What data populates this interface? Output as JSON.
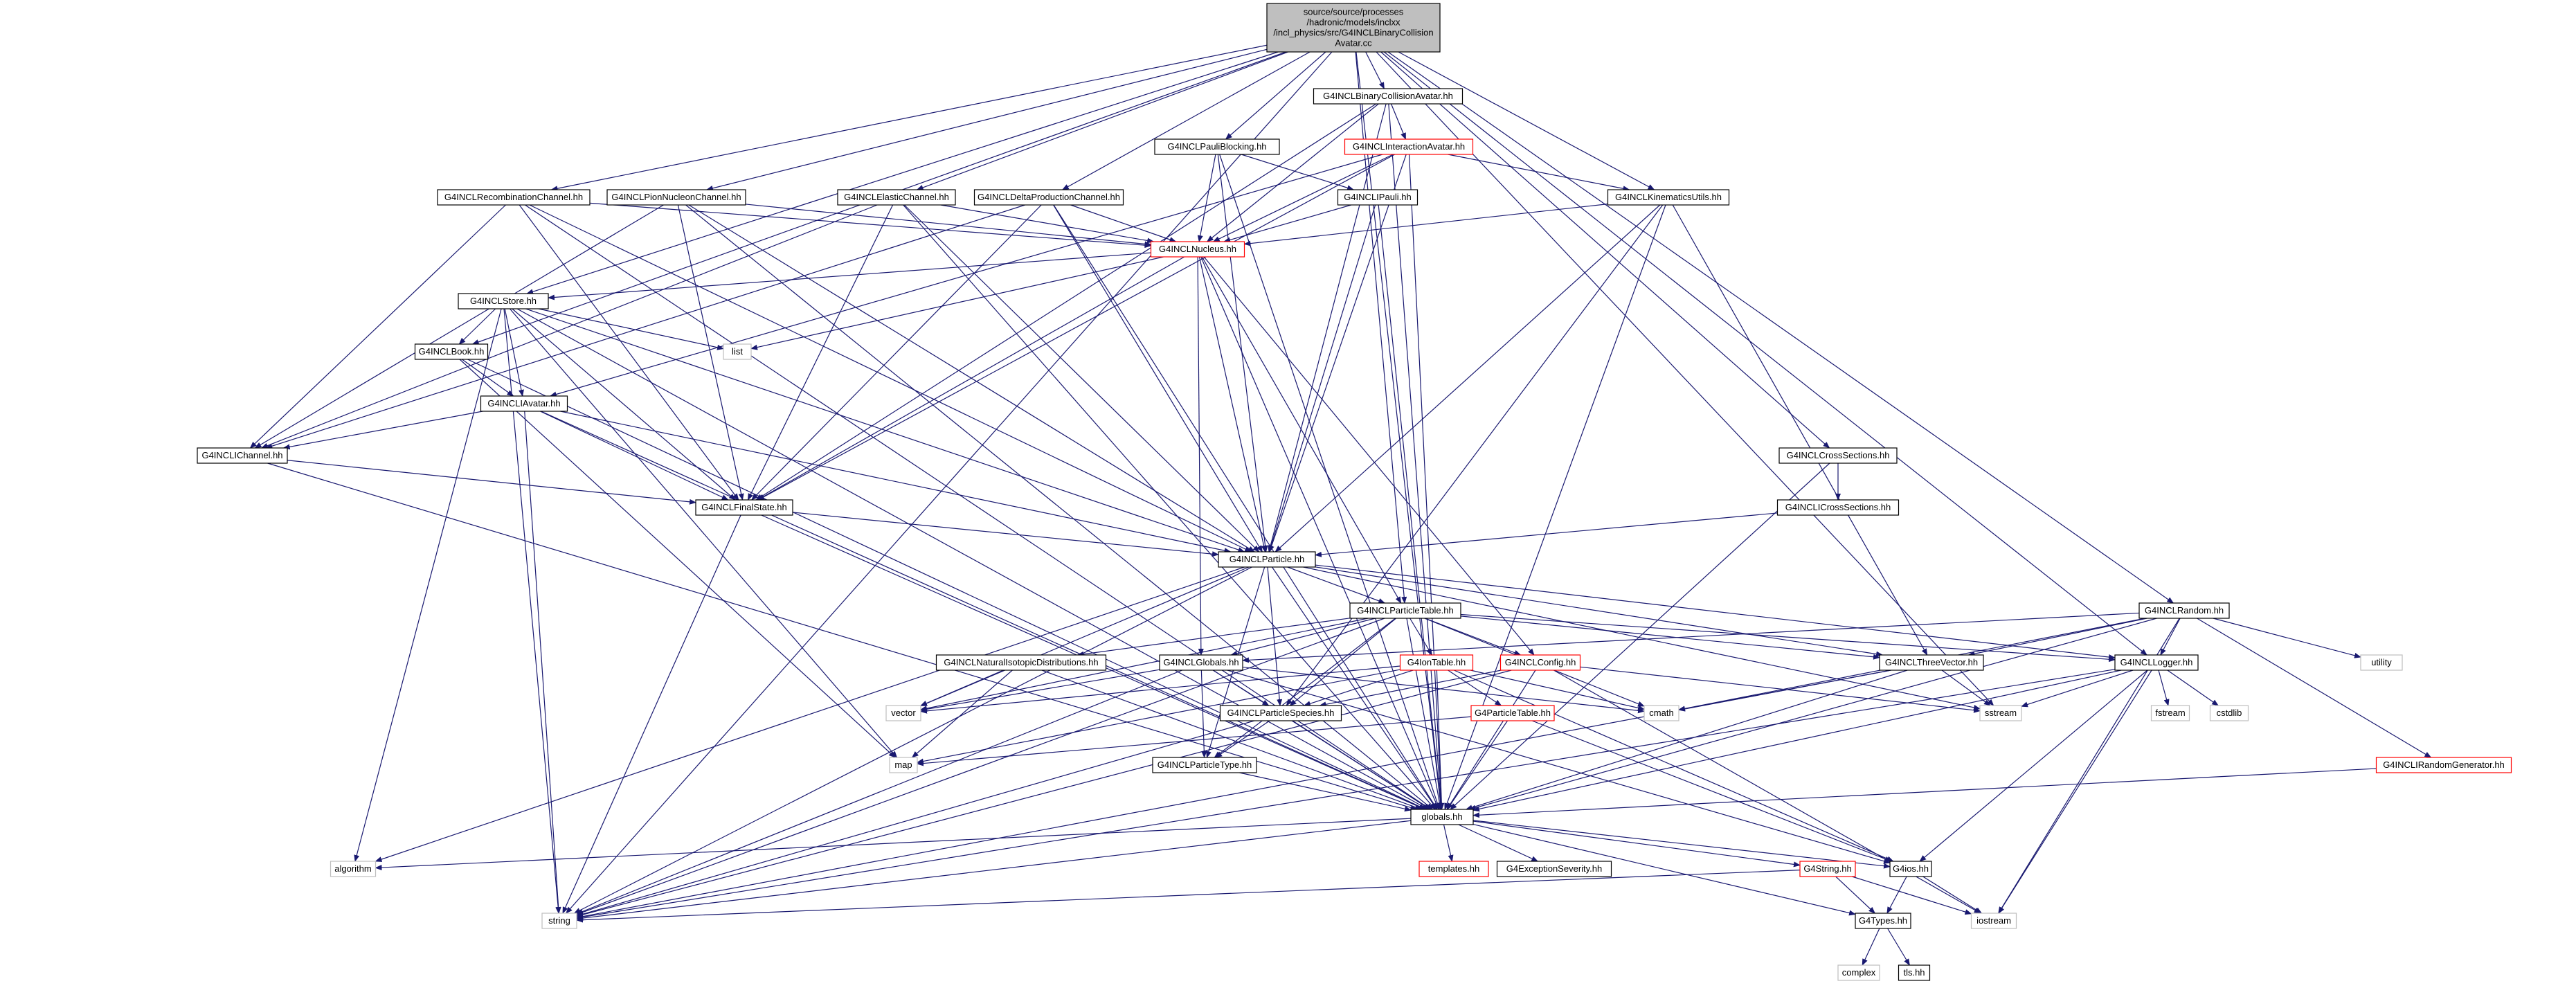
{
  "colors": {
    "edge": "#191970",
    "node_border_normal": "#000000",
    "node_border_incomplete": "#ff0000",
    "node_border_system": "#bfbfbf",
    "node_fill": "#ffffff",
    "root_fill": "#bfbfbf"
  },
  "nodes": [
    {
      "id": "root",
      "kind": "root",
      "lines": [
        "source/source/processes",
        "/hadronic/models/inclxx",
        "/incl_physics/src/G4INCLBinaryCollision",
        "Avatar.cc"
      ]
    },
    {
      "id": "bca",
      "kind": "normal",
      "lines": [
        "G4INCLBinaryCollisionAvatar.hh"
      ]
    },
    {
      "id": "ia",
      "kind": "incomplete",
      "lines": [
        "G4INCLInteractionAvatar.hh"
      ]
    },
    {
      "id": "pb",
      "kind": "normal",
      "lines": [
        "G4INCLPauliBlocking.hh"
      ]
    },
    {
      "id": "ip",
      "kind": "normal",
      "lines": [
        "G4INCLIPauli.hh"
      ]
    },
    {
      "id": "ku",
      "kind": "normal",
      "lines": [
        "G4INCLKinematicsUtils.hh"
      ]
    },
    {
      "id": "rc",
      "kind": "normal",
      "lines": [
        "G4INCLRecombinationChannel.hh"
      ]
    },
    {
      "id": "pnc",
      "kind": "normal",
      "lines": [
        "G4INCLPionNucleonChannel.hh"
      ]
    },
    {
      "id": "ec",
      "kind": "normal",
      "lines": [
        "G4INCLElasticChannel.hh"
      ]
    },
    {
      "id": "dpc",
      "kind": "normal",
      "lines": [
        "G4INCLDeltaProductionChannel.hh"
      ]
    },
    {
      "id": "nuc",
      "kind": "incomplete",
      "lines": [
        "G4INCLNucleus.hh"
      ]
    },
    {
      "id": "store",
      "kind": "normal",
      "lines": [
        "G4INCLStore.hh"
      ]
    },
    {
      "id": "list",
      "kind": "system",
      "lines": [
        "list"
      ]
    },
    {
      "id": "book",
      "kind": "normal",
      "lines": [
        "G4INCLBook.hh"
      ]
    },
    {
      "id": "iav",
      "kind": "normal",
      "lines": [
        "G4INCLIAvatar.hh"
      ]
    },
    {
      "id": "ich",
      "kind": "normal",
      "lines": [
        "G4INCLIChannel.hh"
      ]
    },
    {
      "id": "fs",
      "kind": "normal",
      "lines": [
        "G4INCLFinalState.hh"
      ]
    },
    {
      "id": "ccs",
      "kind": "normal",
      "lines": [
        "G4INCLCrossSections.hh"
      ]
    },
    {
      "id": "iccs",
      "kind": "normal",
      "lines": [
        "G4INCLICrossSections.hh"
      ]
    },
    {
      "id": "part",
      "kind": "normal",
      "lines": [
        "G4INCLParticle.hh"
      ]
    },
    {
      "id": "pt",
      "kind": "normal",
      "lines": [
        "G4INCLParticleTable.hh"
      ]
    },
    {
      "id": "rnd",
      "kind": "normal",
      "lines": [
        "G4INCLRandom.hh"
      ]
    },
    {
      "id": "nid",
      "kind": "normal",
      "lines": [
        "G4INCLNaturalIsotopicDistributions.hh"
      ]
    },
    {
      "id": "glob",
      "kind": "normal",
      "lines": [
        "G4INCLGlobals.hh"
      ]
    },
    {
      "id": "iont",
      "kind": "incomplete",
      "lines": [
        "G4IonTable.hh"
      ]
    },
    {
      "id": "cfg",
      "kind": "incomplete",
      "lines": [
        "G4INCLConfig.hh"
      ]
    },
    {
      "id": "tv",
      "kind": "normal",
      "lines": [
        "G4INCLThreeVector.hh"
      ]
    },
    {
      "id": "log",
      "kind": "normal",
      "lines": [
        "G4INCLLogger.hh"
      ]
    },
    {
      "id": "utility",
      "kind": "system",
      "lines": [
        "utility"
      ]
    },
    {
      "id": "vector",
      "kind": "system",
      "lines": [
        "vector"
      ]
    },
    {
      "id": "ps",
      "kind": "normal",
      "lines": [
        "G4INCLParticleSpecies.hh"
      ]
    },
    {
      "id": "g4pt",
      "kind": "incomplete",
      "lines": [
        "G4ParticleTable.hh"
      ]
    },
    {
      "id": "cmath",
      "kind": "system",
      "lines": [
        "cmath"
      ]
    },
    {
      "id": "sstream",
      "kind": "system",
      "lines": [
        "sstream"
      ]
    },
    {
      "id": "fstream",
      "kind": "system",
      "lines": [
        "fstream"
      ]
    },
    {
      "id": "cstdlib",
      "kind": "system",
      "lines": [
        "cstdlib"
      ]
    },
    {
      "id": "map",
      "kind": "system",
      "lines": [
        "map"
      ]
    },
    {
      "id": "ptype",
      "kind": "normal",
      "lines": [
        "G4INCLParticleType.hh"
      ]
    },
    {
      "id": "rgen",
      "kind": "incomplete",
      "lines": [
        "G4INCLIRandomGenerator.hh"
      ]
    },
    {
      "id": "globals",
      "kind": "normal",
      "lines": [
        "globals.hh"
      ]
    },
    {
      "id": "algorithm",
      "kind": "system",
      "lines": [
        "algorithm"
      ]
    },
    {
      "id": "templates",
      "kind": "incomplete",
      "lines": [
        "templates.hh"
      ]
    },
    {
      "id": "exsev",
      "kind": "normal",
      "lines": [
        "G4ExceptionSeverity.hh"
      ]
    },
    {
      "id": "g4string",
      "kind": "incomplete",
      "lines": [
        "G4String.hh"
      ]
    },
    {
      "id": "g4ios",
      "kind": "normal",
      "lines": [
        "G4ios.hh"
      ]
    },
    {
      "id": "string",
      "kind": "system",
      "lines": [
        "string"
      ]
    },
    {
      "id": "iostream",
      "kind": "system",
      "lines": [
        "iostream"
      ]
    },
    {
      "id": "g4types",
      "kind": "normal",
      "lines": [
        "G4Types.hh"
      ]
    },
    {
      "id": "complex",
      "kind": "system",
      "lines": [
        "complex"
      ]
    },
    {
      "id": "tls",
      "kind": "normal",
      "lines": [
        "tls.hh"
      ]
    }
  ],
  "edges": [
    [
      "root",
      "bca"
    ],
    [
      "root",
      "pb"
    ],
    [
      "root",
      "ku"
    ],
    [
      "root",
      "rc"
    ],
    [
      "root",
      "pnc"
    ],
    [
      "root",
      "ec"
    ],
    [
      "root",
      "dpc"
    ],
    [
      "root",
      "store"
    ],
    [
      "root",
      "book"
    ],
    [
      "root",
      "ccs"
    ],
    [
      "root",
      "rnd"
    ],
    [
      "root",
      "log"
    ],
    [
      "root",
      "pt"
    ],
    [
      "root",
      "globals"
    ],
    [
      "root",
      "string"
    ],
    [
      "root",
      "sstream"
    ],
    [
      "bca",
      "ia"
    ],
    [
      "bca",
      "nuc"
    ],
    [
      "bca",
      "part"
    ],
    [
      "bca",
      "fs"
    ],
    [
      "bca",
      "globals"
    ],
    [
      "ia",
      "ku"
    ],
    [
      "ia",
      "nuc"
    ],
    [
      "ia",
      "part"
    ],
    [
      "ia",
      "iav"
    ],
    [
      "ia",
      "fs"
    ],
    [
      "ia",
      "globals"
    ],
    [
      "pb",
      "ip"
    ],
    [
      "pb",
      "nuc"
    ],
    [
      "pb",
      "part"
    ],
    [
      "pb",
      "globals"
    ],
    [
      "ip",
      "nuc"
    ],
    [
      "ip",
      "part"
    ],
    [
      "ip",
      "globals"
    ],
    [
      "ku",
      "nuc"
    ],
    [
      "ku",
      "part"
    ],
    [
      "ku",
      "tv"
    ],
    [
      "ku",
      "ps"
    ],
    [
      "ku",
      "globals"
    ],
    [
      "rc",
      "nuc"
    ],
    [
      "rc",
      "ich"
    ],
    [
      "rc",
      "fs"
    ],
    [
      "rc",
      "part"
    ],
    [
      "rc",
      "globals"
    ],
    [
      "pnc",
      "nuc"
    ],
    [
      "pnc",
      "ich"
    ],
    [
      "pnc",
      "fs"
    ],
    [
      "pnc",
      "part"
    ],
    [
      "pnc",
      "globals"
    ],
    [
      "ec",
      "nuc"
    ],
    [
      "ec",
      "ich"
    ],
    [
      "ec",
      "fs"
    ],
    [
      "ec",
      "part"
    ],
    [
      "ec",
      "globals"
    ],
    [
      "dpc",
      "nuc"
    ],
    [
      "dpc",
      "ich"
    ],
    [
      "dpc",
      "fs"
    ],
    [
      "dpc",
      "part"
    ],
    [
      "dpc",
      "globals"
    ],
    [
      "nuc",
      "store"
    ],
    [
      "nuc",
      "list"
    ],
    [
      "nuc",
      "part"
    ],
    [
      "nuc",
      "pt"
    ],
    [
      "nuc",
      "cfg"
    ],
    [
      "nuc",
      "glob"
    ],
    [
      "nuc",
      "fs"
    ],
    [
      "nuc",
      "globals"
    ],
    [
      "store",
      "book"
    ],
    [
      "store",
      "iav"
    ],
    [
      "store",
      "list"
    ],
    [
      "store",
      "part"
    ],
    [
      "store",
      "fs"
    ],
    [
      "store",
      "map"
    ],
    [
      "store",
      "algorithm"
    ],
    [
      "store",
      "string"
    ],
    [
      "store",
      "globals"
    ],
    [
      "book",
      "iav"
    ],
    [
      "book",
      "map"
    ],
    [
      "book",
      "globals"
    ],
    [
      "iav",
      "ich"
    ],
    [
      "iav",
      "fs"
    ],
    [
      "iav",
      "part"
    ],
    [
      "iav",
      "string"
    ],
    [
      "iav",
      "globals"
    ],
    [
      "ich",
      "fs"
    ],
    [
      "ich",
      "globals"
    ],
    [
      "fs",
      "part"
    ],
    [
      "fs",
      "string"
    ],
    [
      "fs",
      "globals"
    ],
    [
      "ccs",
      "iccs"
    ],
    [
      "ccs",
      "globals"
    ],
    [
      "iccs",
      "part"
    ],
    [
      "part",
      "pt"
    ],
    [
      "part",
      "tv"
    ],
    [
      "part",
      "log"
    ],
    [
      "part",
      "ps"
    ],
    [
      "part",
      "ptype"
    ],
    [
      "part",
      "vector"
    ],
    [
      "part",
      "algorithm"
    ],
    [
      "part",
      "sstream"
    ],
    [
      "part",
      "string"
    ],
    [
      "part",
      "globals"
    ],
    [
      "pt",
      "nid"
    ],
    [
      "pt",
      "glob"
    ],
    [
      "pt",
      "iont"
    ],
    [
      "pt",
      "cfg"
    ],
    [
      "pt",
      "tv"
    ],
    [
      "pt",
      "log"
    ],
    [
      "pt",
      "ps"
    ],
    [
      "pt",
      "ptype"
    ],
    [
      "pt",
      "vector"
    ],
    [
      "pt",
      "cmath"
    ],
    [
      "pt",
      "string"
    ],
    [
      "pt",
      "globals"
    ],
    [
      "rnd",
      "tv"
    ],
    [
      "rnd",
      "log"
    ],
    [
      "rnd",
      "rgen"
    ],
    [
      "rnd",
      "utility"
    ],
    [
      "rnd",
      "glob"
    ],
    [
      "rnd",
      "cmath"
    ],
    [
      "rnd",
      "globals"
    ],
    [
      "rnd",
      "iostream"
    ],
    [
      "nid",
      "vector"
    ],
    [
      "nid",
      "map"
    ],
    [
      "nid",
      "globals"
    ],
    [
      "glob",
      "ptype"
    ],
    [
      "glob",
      "ps"
    ],
    [
      "glob",
      "cmath"
    ],
    [
      "glob",
      "vector"
    ],
    [
      "glob",
      "string"
    ],
    [
      "glob",
      "g4ios"
    ],
    [
      "glob",
      "globals"
    ],
    [
      "iont",
      "g4pt"
    ],
    [
      "iont",
      "ps"
    ],
    [
      "iont",
      "cmath"
    ],
    [
      "iont",
      "vector"
    ],
    [
      "iont",
      "map"
    ],
    [
      "iont",
      "globals"
    ],
    [
      "iont",
      "g4ios"
    ],
    [
      "cfg",
      "ps"
    ],
    [
      "cfg",
      "sstream"
    ],
    [
      "cfg",
      "iostream"
    ],
    [
      "cfg",
      "string"
    ],
    [
      "cfg",
      "globals"
    ],
    [
      "tv",
      "cmath"
    ],
    [
      "tv",
      "sstream"
    ],
    [
      "tv",
      "string"
    ],
    [
      "tv",
      "globals"
    ],
    [
      "log",
      "sstream"
    ],
    [
      "log",
      "fstream"
    ],
    [
      "log",
      "cstdlib"
    ],
    [
      "log",
      "iostream"
    ],
    [
      "log",
      "g4ios"
    ],
    [
      "log",
      "string"
    ],
    [
      "log",
      "globals"
    ],
    [
      "ps",
      "ptype"
    ],
    [
      "ps",
      "string"
    ],
    [
      "ps",
      "globals"
    ],
    [
      "g4pt",
      "map"
    ],
    [
      "g4pt",
      "globals"
    ],
    [
      "g4pt",
      "g4ios"
    ],
    [
      "ptype",
      "globals"
    ],
    [
      "rgen",
      "globals"
    ],
    [
      "globals",
      "algorithm"
    ],
    [
      "globals",
      "templates"
    ],
    [
      "globals",
      "exsev"
    ],
    [
      "globals",
      "g4string"
    ],
    [
      "globals",
      "g4ios"
    ],
    [
      "globals",
      "g4types"
    ],
    [
      "globals",
      "string"
    ],
    [
      "g4string",
      "string"
    ],
    [
      "g4string",
      "g4types"
    ],
    [
      "g4string",
      "iostream"
    ],
    [
      "g4ios",
      "iostream"
    ],
    [
      "g4ios",
      "g4types"
    ],
    [
      "g4types",
      "complex"
    ],
    [
      "g4types",
      "tls"
    ]
  ]
}
